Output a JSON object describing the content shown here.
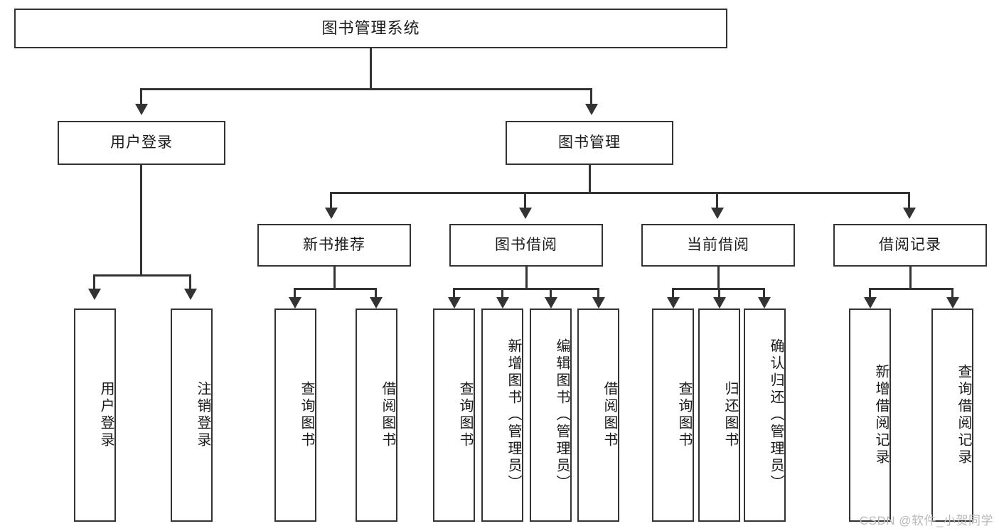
{
  "diagram": {
    "type": "tree",
    "title": "图书管理系统",
    "root": {
      "label": "图书管理系统"
    },
    "level2": [
      {
        "id": "user-login",
        "label": "用户登录"
      },
      {
        "id": "book-manage",
        "label": "图书管理"
      }
    ],
    "level3": [
      {
        "id": "new-book-recommend",
        "label": "新书推荐",
        "parent": "book-manage"
      },
      {
        "id": "book-borrow",
        "label": "图书借阅",
        "parent": "book-manage"
      },
      {
        "id": "current-borrow",
        "label": "当前借阅",
        "parent": "book-manage"
      },
      {
        "id": "borrow-record",
        "label": "借阅记录",
        "parent": "book-manage"
      }
    ],
    "leaves": {
      "user_login": [
        {
          "id": "leaf-user-login",
          "label": "用户登录"
        },
        {
          "id": "leaf-user-logout",
          "label": "注销登录"
        }
      ],
      "new_book_recommend": [
        {
          "id": "leaf-query-book-1",
          "label": "查询图书"
        },
        {
          "id": "leaf-borrow-book-1",
          "label": "借阅图书"
        }
      ],
      "book_borrow": [
        {
          "id": "leaf-query-book-2",
          "label": "查询图书"
        },
        {
          "id": "leaf-add-book",
          "label": "新增图书（管理员）"
        },
        {
          "id": "leaf-edit-book",
          "label": "编辑图书（管理员）"
        },
        {
          "id": "leaf-borrow-book-2",
          "label": "借阅图书"
        }
      ],
      "current_borrow": [
        {
          "id": "leaf-query-book-3",
          "label": "查询图书"
        },
        {
          "id": "leaf-return-book",
          "label": "归还图书"
        },
        {
          "id": "leaf-confirm-return",
          "label": "确认归还（管理员）"
        }
      ],
      "borrow_record": [
        {
          "id": "leaf-add-record",
          "label": "新增借阅记录"
        },
        {
          "id": "leaf-query-record",
          "label": "查询借阅记录"
        }
      ]
    }
  },
  "watermark": {
    "text": "CSDN @软件_小贺同学"
  },
  "colors": {
    "stroke": "#333333",
    "fill": "#ffffff",
    "text": "#1a1a1a",
    "watermark": "#b9b9b9"
  }
}
